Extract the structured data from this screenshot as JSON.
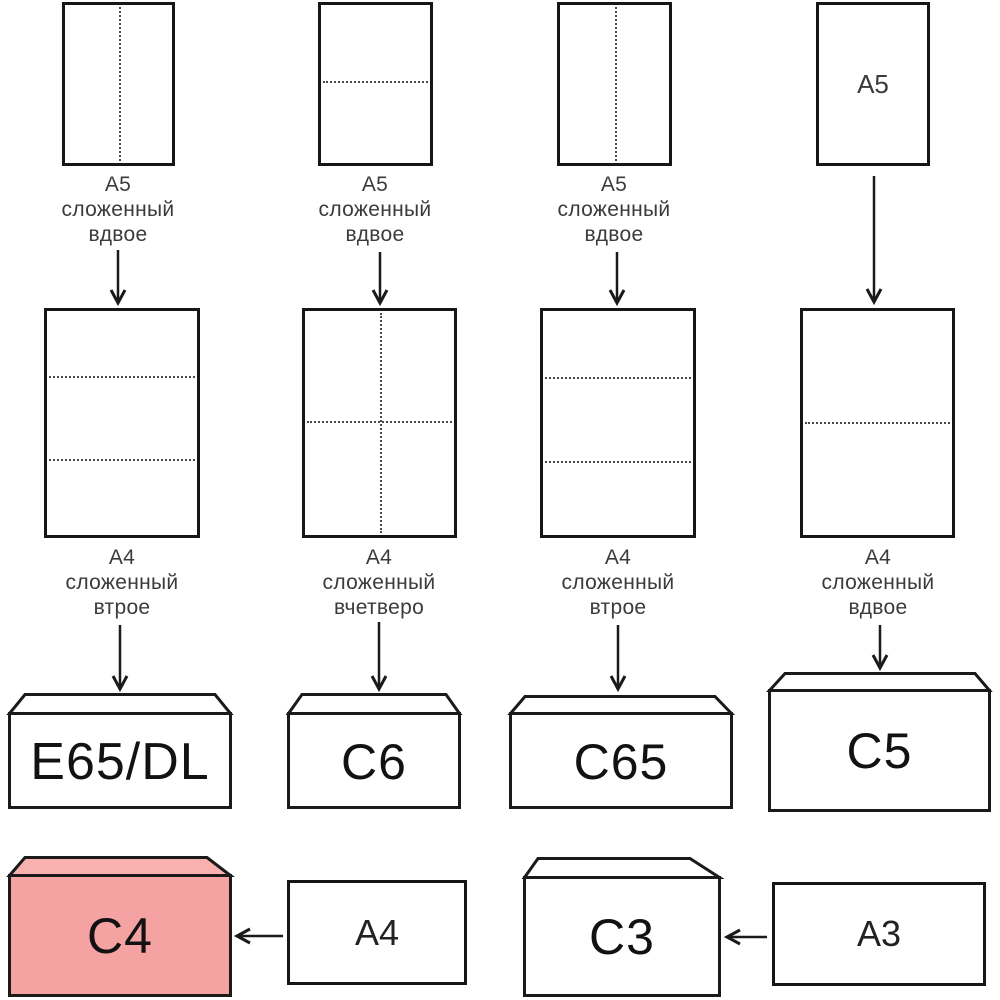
{
  "colors": {
    "line": "#1a1a1a",
    "caption_text": "#3b3b3b",
    "pink_body": "#f5a2a2",
    "pink_flap": "#f8b1ae"
  },
  "columns": [
    {
      "top_caption": [
        "А5",
        "сложенный",
        "вдвое"
      ],
      "top_fold": "vertical-half",
      "mid_caption": [
        "А4",
        "сложенный",
        "втрое"
      ],
      "mid_fold": "two-horizontal-thirds",
      "envelope_label": "E65/DL"
    },
    {
      "top_caption": [
        "А5",
        "сложенный",
        "вдвое"
      ],
      "top_fold": "horizontal-half",
      "mid_caption": [
        "А4",
        "сложенный",
        "вчетверо"
      ],
      "mid_fold": "cross-quarters",
      "envelope_label": "C6"
    },
    {
      "top_caption": [
        "А5",
        "сложенный",
        "вдвое"
      ],
      "top_fold": "vertical-half",
      "mid_caption": [
        "А4",
        "сложенный",
        "втрое"
      ],
      "mid_fold": "two-horizontal-thirds",
      "envelope_label": "C65"
    },
    {
      "top_paper_label": "А5",
      "top_fold": "none",
      "mid_caption": [
        "А4",
        "сложенный",
        "вдвое"
      ],
      "mid_fold": "horizontal-half",
      "envelope_label": "C5"
    }
  ],
  "bottom": {
    "c4_label": "C4",
    "a4_label": "А4",
    "c3_label": "C3",
    "a3_label": "А3"
  }
}
